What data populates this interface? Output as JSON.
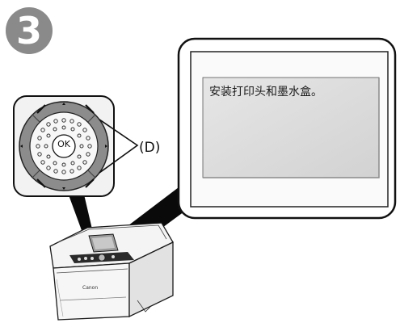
{
  "step": {
    "number": "3"
  },
  "screen": {
    "message": "安装打印头和墨水盒。"
  },
  "control_panel": {
    "ok_button_label": "OK",
    "callout_label": "(D)"
  },
  "printer": {
    "brand": "Canon"
  },
  "colors": {
    "badge": "#8a8a8a",
    "screen_bg": "#dcdcdc",
    "dial_ring": "#8c8c8c"
  }
}
